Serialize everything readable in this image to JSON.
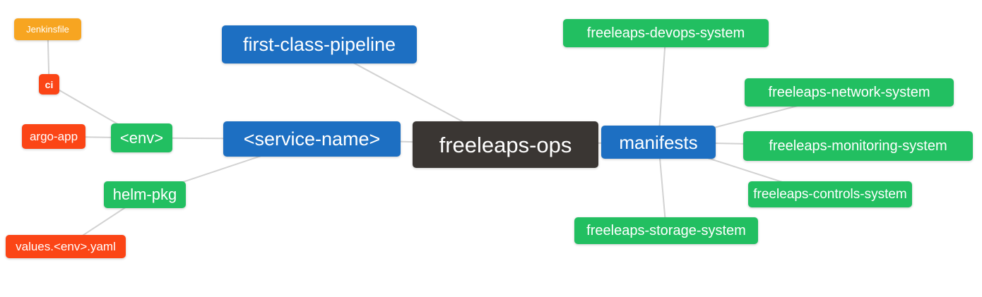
{
  "diagram": {
    "type": "mindmap",
    "root": "freeleaps-ops",
    "colors": {
      "orange": "#F7A521",
      "red": "#FB4516",
      "green": "#22BF61",
      "blue": "#1D6FC2",
      "dark": "#3A3633",
      "edge": "#D2D2D2",
      "text": "#FFFFFF",
      "background": "#FFFFFF"
    }
  },
  "nodes": {
    "jenkinsfile": {
      "label": "Jenkinsfile",
      "color": "orange"
    },
    "ci": {
      "label": "ci",
      "color": "red"
    },
    "argo_app": {
      "label": "argo-app",
      "color": "red"
    },
    "env": {
      "label": "<env>",
      "color": "green"
    },
    "helm_pkg": {
      "label": "helm-pkg",
      "color": "green"
    },
    "values_env_yaml": {
      "label": "values.<env>.yaml",
      "color": "red"
    },
    "first_class_pipeline": {
      "label": "first-class-pipeline",
      "color": "blue"
    },
    "service_name": {
      "label": "<service-name>",
      "color": "blue"
    },
    "freeleaps_ops": {
      "label": "freeleaps-ops",
      "color": "dark"
    },
    "manifests": {
      "label": "manifests",
      "color": "blue"
    },
    "devops_system": {
      "label": "freeleaps-devops-system",
      "color": "green"
    },
    "network_system": {
      "label": "freeleaps-network-system",
      "color": "green"
    },
    "monitoring_system": {
      "label": "freeleaps-monitoring-system",
      "color": "green"
    },
    "controls_system": {
      "label": "freeleaps-controls-system",
      "color": "green"
    },
    "storage_system": {
      "label": "freeleaps-storage-system",
      "color": "green"
    }
  },
  "edges": [
    [
      "jenkinsfile",
      "ci"
    ],
    [
      "ci",
      "env"
    ],
    [
      "argo_app",
      "env"
    ],
    [
      "env",
      "service_name"
    ],
    [
      "helm_pkg",
      "service_name"
    ],
    [
      "values_env_yaml",
      "helm_pkg"
    ],
    [
      "service_name",
      "freeleaps_ops"
    ],
    [
      "first_class_pipeline",
      "freeleaps_ops"
    ],
    [
      "freeleaps_ops",
      "manifests"
    ],
    [
      "manifests",
      "devops_system"
    ],
    [
      "manifests",
      "network_system"
    ],
    [
      "manifests",
      "monitoring_system"
    ],
    [
      "manifests",
      "controls_system"
    ],
    [
      "manifests",
      "storage_system"
    ]
  ]
}
